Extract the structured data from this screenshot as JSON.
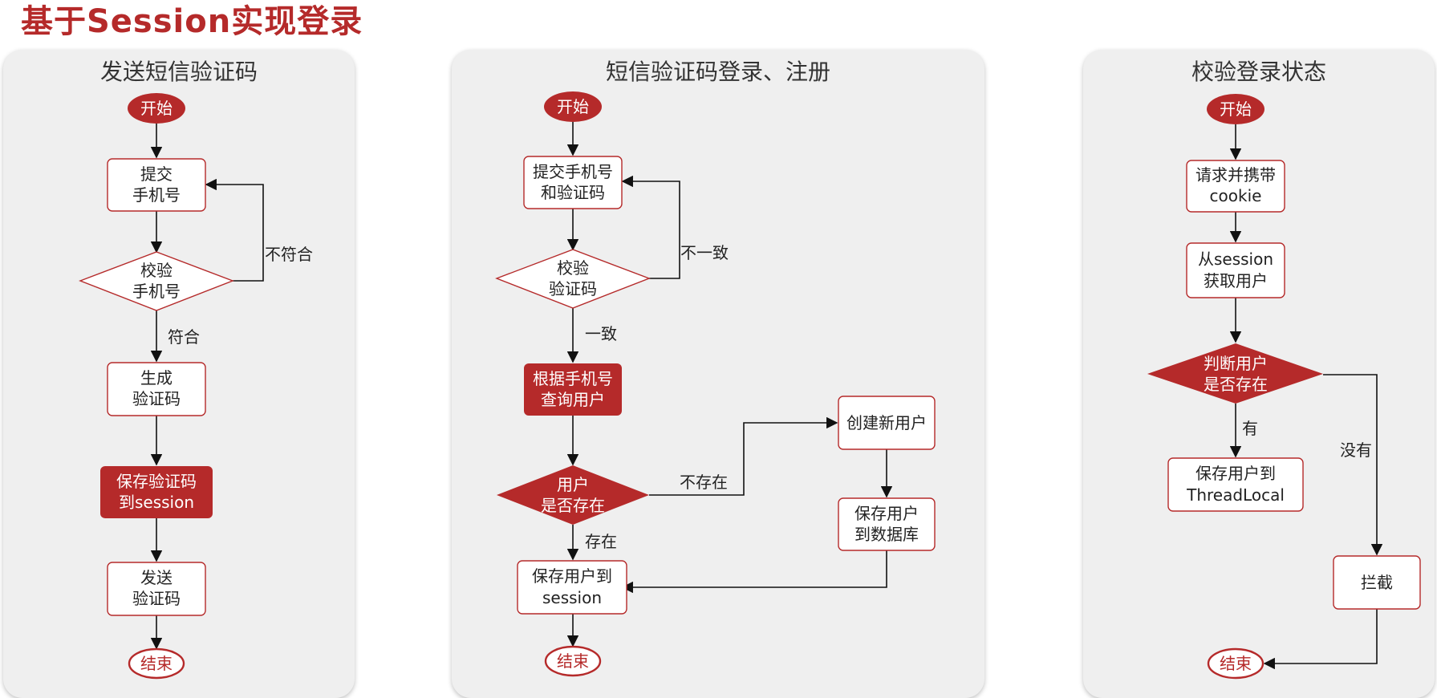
{
  "title": "基于Session实现登录",
  "colors": {
    "accent": "#b52a2a",
    "node_border": "#b52a2a",
    "panel_bg": "#efefef"
  },
  "panel1": {
    "title": "发送短信验证码",
    "start": "开始",
    "submit": [
      "提交",
      "手机号"
    ],
    "check": [
      "校验",
      "手机号"
    ],
    "fail": "不符合",
    "ok": "符合",
    "generate": [
      "生成",
      "验证码"
    ],
    "save": [
      "保存验证码",
      "到session"
    ],
    "send": [
      "发送",
      "验证码"
    ],
    "end": "结束"
  },
  "panel2": {
    "title": "短信验证码登录、注册",
    "start": "开始",
    "submit": [
      "提交手机号",
      "和验证码"
    ],
    "check": [
      "校验",
      "验证码"
    ],
    "mismatch": "不一致",
    "match": "一致",
    "query": [
      "根据手机号",
      "查询用户"
    ],
    "exists_q": [
      "用户",
      "是否存在"
    ],
    "not_exist": "不存在",
    "exist": "存在",
    "create": "创建新用户",
    "save_db": [
      "保存用户",
      "到数据库"
    ],
    "save_session": [
      "保存用户到",
      "session"
    ],
    "end": "结束"
  },
  "panel3": {
    "title": "校验登录状态",
    "start": "开始",
    "request": [
      "请求并携带",
      "cookie"
    ],
    "get_user": [
      "从session",
      "获取用户"
    ],
    "judge": [
      "判断用户",
      "是否存在"
    ],
    "yes": "有",
    "no": "没有",
    "save_tl": [
      "保存用户到",
      "ThreadLocal"
    ],
    "intercept": "拦截",
    "end": "结束"
  }
}
